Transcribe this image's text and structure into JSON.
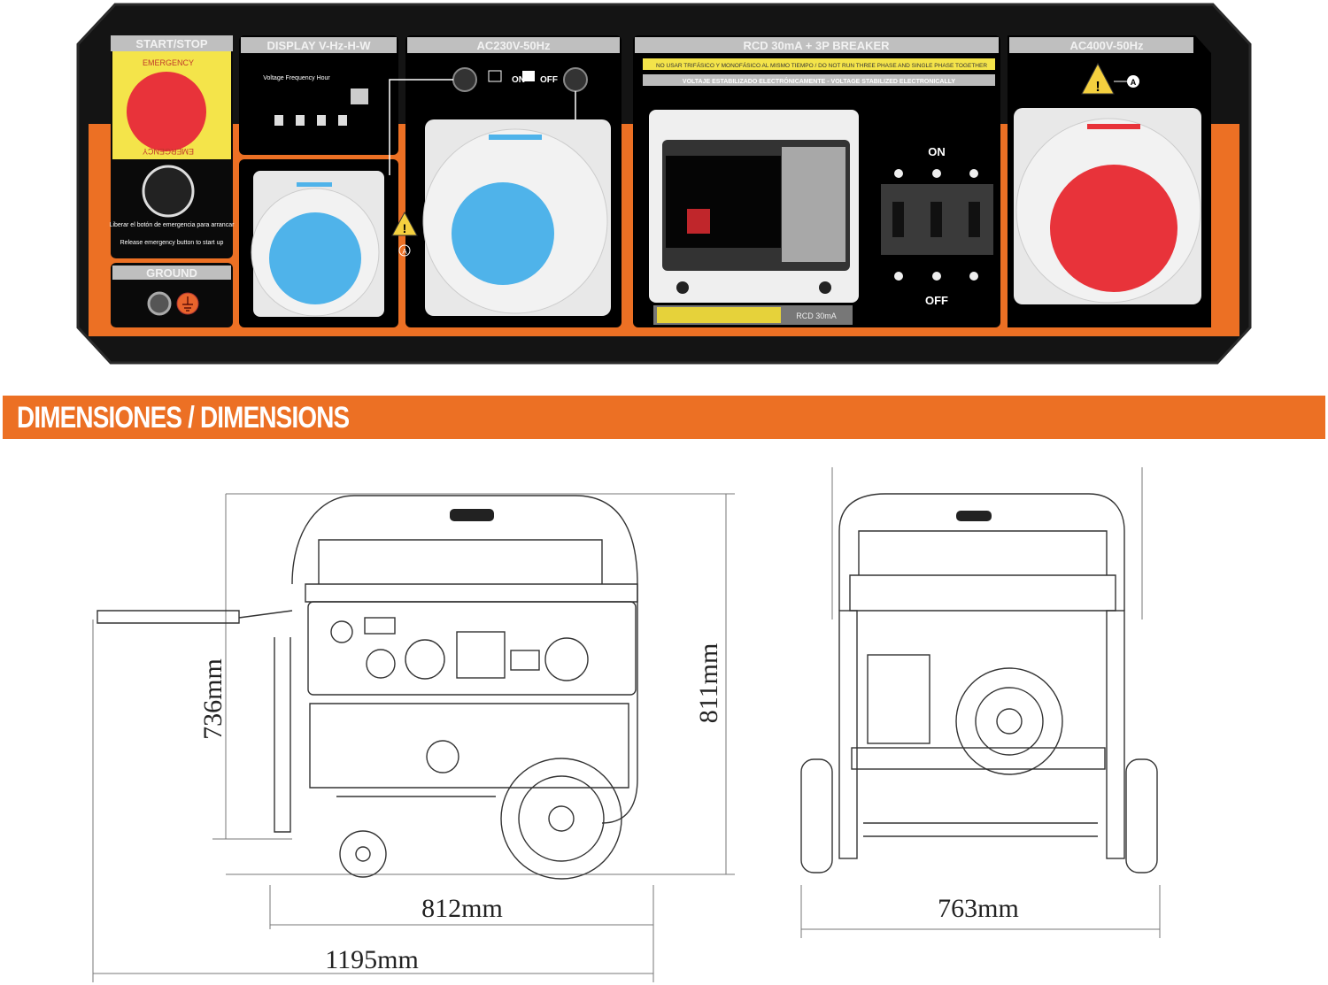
{
  "panel": {
    "start_stop": {
      "header": "START/STOP",
      "emergency_top": "EMERGENCY",
      "emergency_bottom": "EMERGENCY",
      "instructions_es": "Liberar el botón de emergencia para arrancar",
      "instructions_en": "Release emergency button to start up"
    },
    "ground": {
      "header": "GROUND"
    },
    "display": {
      "header": "DISPLAY V-Hz-H-W",
      "caption": "Voltage Frequency Hour"
    },
    "ac230": {
      "header": "AC230V-50Hz",
      "on_label": "ON",
      "off_label": "OFF"
    },
    "rcd": {
      "header": "RCD 30mA + 3P BREAKER",
      "warning": "NO USAR TRIFÁSICO Y MONOFÁSICO AL MISMO TIEMPO / DO NOT RUN THREE PHASE AND SINGLE PHASE TOGETHER",
      "voltage_note": "VOLTAJE ESTABILIZADO ELECTRÓNICAMENTE - VOLTAGE STABILIZED ELECTRONICALLY",
      "rcd_tag": "RCD 30mA",
      "breaker_on": "ON",
      "breaker_off": "OFF"
    },
    "ac400": {
      "header": "AC400V-50Hz",
      "warning_ref": "A"
    },
    "warning_ref_small": "A",
    "colors": {
      "orange": "#ec7024",
      "socket_blue": "#4fb3ea",
      "socket_red": "#e8333a",
      "emergency_red": "#e8333a",
      "yellow": "#f4e44a"
    }
  },
  "banner": {
    "title": "DIMENSIONES / DIMENSIONS"
  },
  "dimensions": {
    "front_height": "736mm",
    "total_height": "811mm",
    "front_width": "812mm",
    "total_length": "1195mm",
    "side_width": "763mm"
  }
}
